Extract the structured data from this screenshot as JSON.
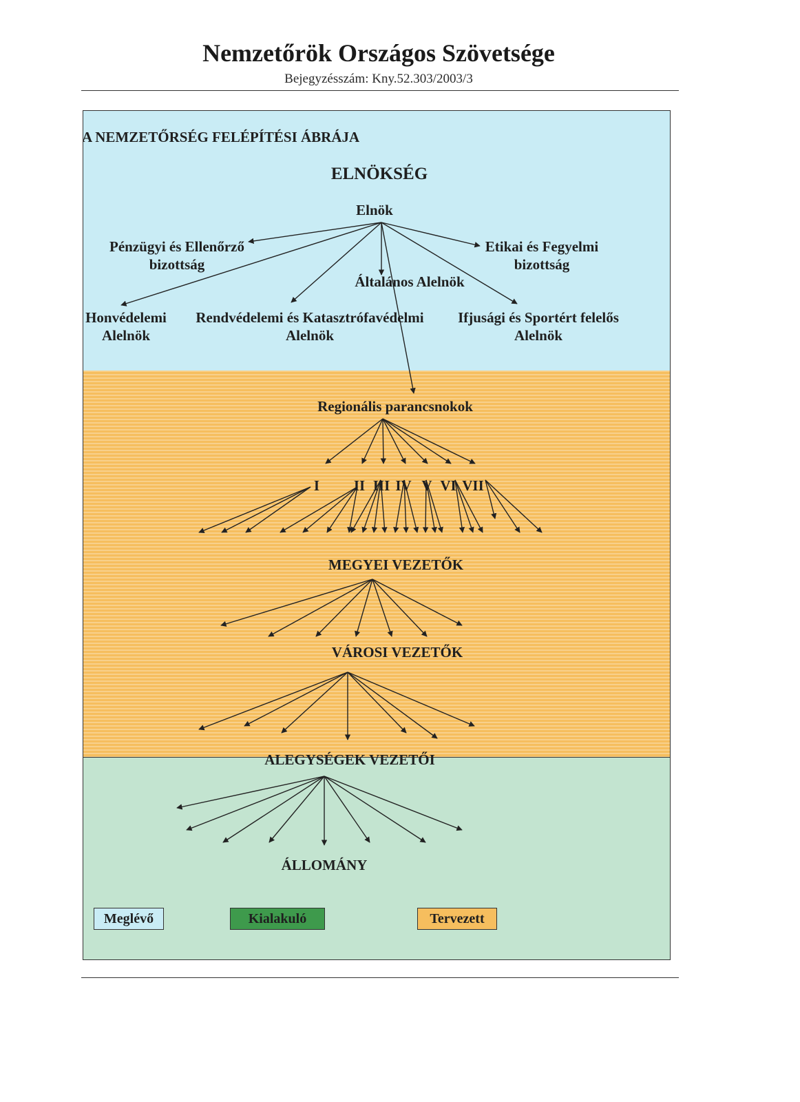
{
  "header": {
    "title": "Nemzetőrök Országos Szövetsége",
    "subtitle": "Bejegyzésszám: Kny.52.303/2003/3"
  },
  "diagram": {
    "heading": "A NEMZETŐRSÉG FELÉPÍTÉSI ÁBRÁJA",
    "presidency": "ELNÖKSÉG",
    "president": "Elnök",
    "finance_committee": "Pénzügyi és Ellenőrző bizottság",
    "ethics_committee": "Etikai és Fegyelmi bizottság",
    "general_vp": "Általános Alelnök",
    "defence_vp": "Honvédelemi Alelnök",
    "police_vp": "Rendvédelemi és Katasztrófavédelmi Alelnök",
    "youth_vp": "Ifjusági és Sportért felelős Alelnök",
    "regional": "Regionális parancsnokok",
    "regions": [
      "I",
      "II",
      "III",
      "IV",
      "V",
      "VI",
      "VII"
    ],
    "county": "MEGYEI VEZETŐK",
    "city": "VÁROSI VEZETŐK",
    "units": "ALEGYSÉGEK VEZETŐI",
    "staff": "ÁLLOMÁNY"
  },
  "legend": {
    "existing": "Meglévő",
    "forming": "Kialakuló",
    "planned": "Tervezett",
    "colors": {
      "existing": "#c9ecf5",
      "forming": "#3e9a4c",
      "planned": "#f6be5e"
    }
  },
  "colors": {
    "blue_band": "#c9ecf5",
    "orange_band": "#f6be5e",
    "green_band": "#c3e4d0"
  }
}
